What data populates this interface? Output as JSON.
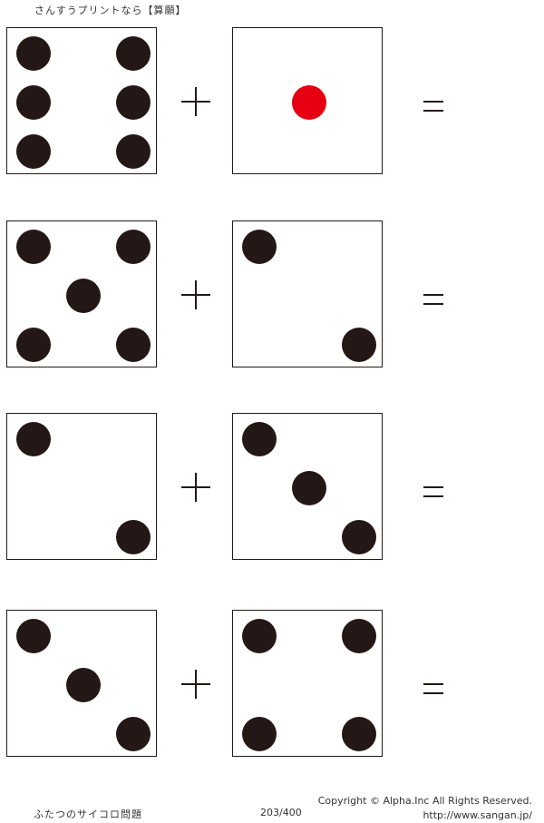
{
  "header": {
    "title": "さんすうプリントなら【算願】"
  },
  "colors": {
    "pip": "#231815",
    "highlight_pip": "#e60012",
    "line": "#231815"
  },
  "problems": [
    {
      "left_die": 6,
      "right_die": 1,
      "operator": "+",
      "equals": "="
    },
    {
      "left_die": 5,
      "right_die": 2,
      "operator": "+",
      "equals": "="
    },
    {
      "left_die": 2,
      "right_die": 3,
      "operator": "+",
      "equals": "="
    },
    {
      "left_die": 3,
      "right_die": 4,
      "operator": "+",
      "equals": "="
    }
  ],
  "footer": {
    "worksheet_title": "ふたつのサイコロ問題",
    "page": "203/400",
    "copyright": "Copyright ©  Alpha.Inc All Rights Reserved.",
    "url": "http://www.sangan.jp/"
  }
}
